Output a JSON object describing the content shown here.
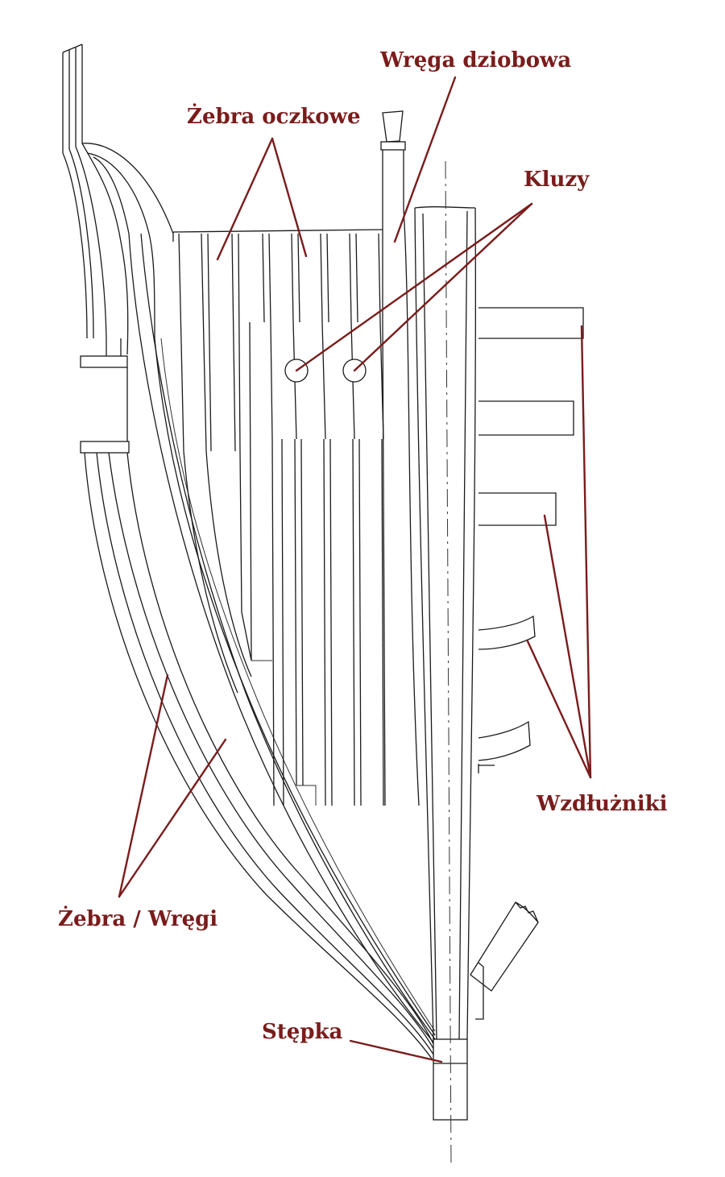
{
  "colors": {
    "label": "#7a1c1c",
    "line": "#1a1a1a",
    "background": "#ffffff"
  },
  "labels": {
    "bow_frame": "Wręga dziobowa",
    "cant_frames": "Żebra oczkowe",
    "hawse_holes": "Kluzy",
    "stringers": "Wzdłużniki",
    "frames": "Żebra / Wręgi",
    "keel": "Stępka"
  }
}
